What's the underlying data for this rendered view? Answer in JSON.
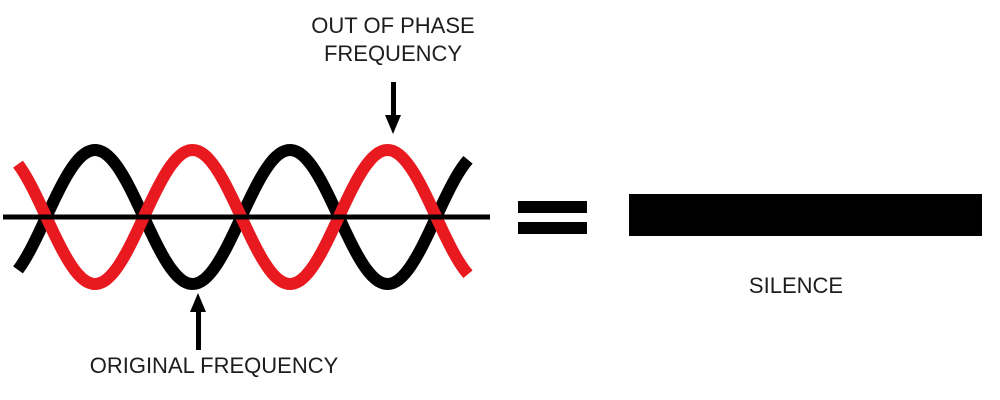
{
  "labels": {
    "out_of_phase": {
      "line1": "OUT OF PHASE",
      "line2": "FREQUENCY"
    },
    "original": "ORIGINAL FREQUENCY",
    "silence": "SILENCE"
  },
  "colors": {
    "background": "#ffffff",
    "text": "#1d1d1d",
    "wave_original": "#000000",
    "wave_out_of_phase": "#e8191f",
    "axis_line": "#000000",
    "equals_sign": "#000000",
    "silence_bar": "#000000"
  },
  "diagram": {
    "type": "phase-cancellation",
    "axis": {
      "x1": 3,
      "x2": 490,
      "y": 217,
      "thickness": 5
    },
    "waves": {
      "x_start": 18,
      "x_end": 468,
      "amplitude": 67,
      "period": 195,
      "rising_zero_x": 46.25,
      "stroke_width": 12,
      "series": [
        {
          "name": "original-frequency",
          "orientation": "normal"
        },
        {
          "name": "out-of-phase-frequency",
          "orientation": "inverted"
        }
      ]
    },
    "equals_symbol": "=",
    "result": "flat-line"
  }
}
